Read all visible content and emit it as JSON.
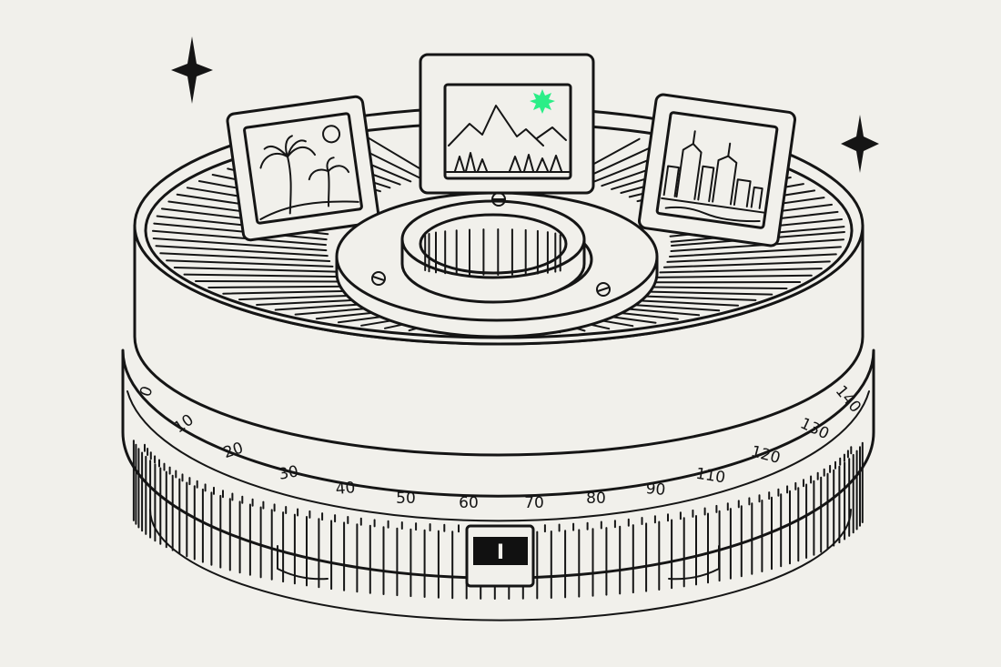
{
  "illustration": {
    "subject": "rotary slide tray",
    "colors": {
      "background": "#f1f0eb",
      "line": "#151515",
      "accent": "#2bee87",
      "window": "#111111"
    },
    "dial": {
      "labels": [
        "0",
        "10",
        "20",
        "30",
        "40",
        "50",
        "60",
        "70",
        "80",
        "90",
        "110",
        "120",
        "130",
        "140"
      ],
      "index_window_mark": "I"
    },
    "slides": [
      {
        "scene": "palm-beach",
        "icon": "palm-tree-icon"
      },
      {
        "scene": "mountains",
        "icon": "mountain-icon"
      },
      {
        "scene": "city-skyline",
        "icon": "skyline-icon"
      }
    ],
    "decor": [
      "sparkle-icon",
      "sparkle-icon"
    ]
  }
}
